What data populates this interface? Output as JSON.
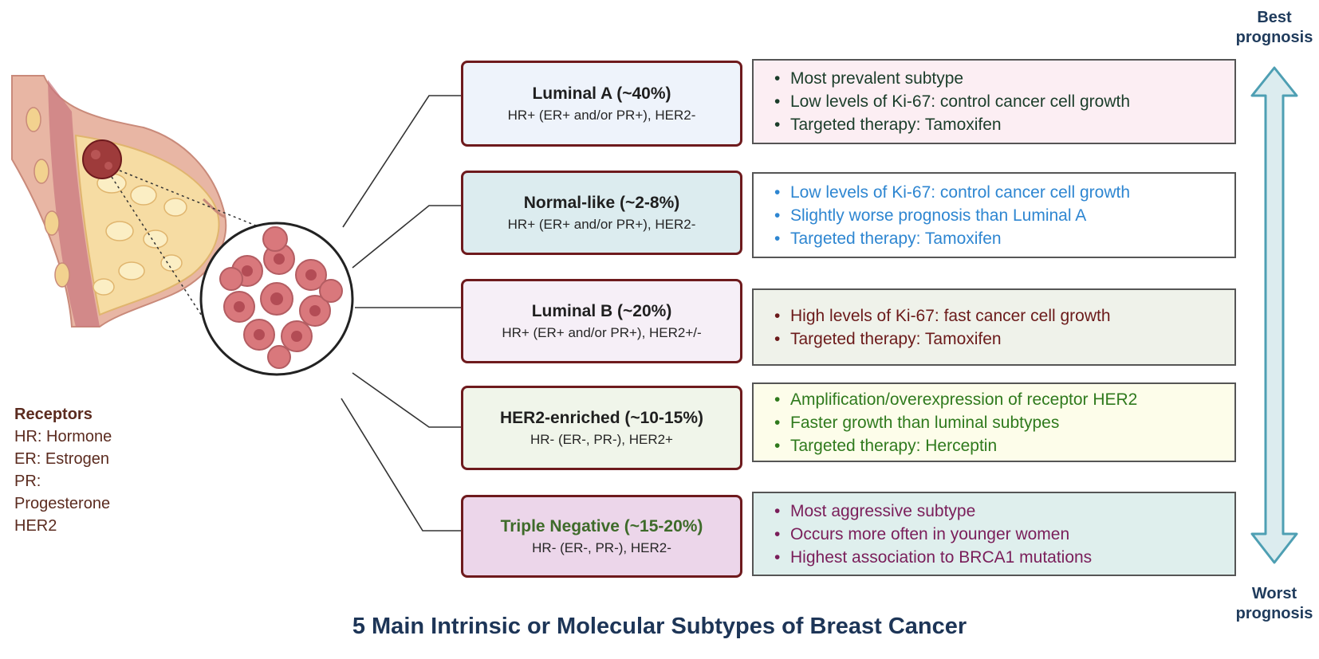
{
  "title": "5 Main Intrinsic or Molecular Subtypes of Breast Cancer",
  "prognosis": {
    "best": [
      "Best",
      "prognosis"
    ],
    "worst": [
      "Worst",
      "prognosis"
    ]
  },
  "receptors": {
    "heading": "Receptors",
    "items": [
      "HR: Hormone",
      "ER: Estrogen",
      "PR:",
      "Progesterone",
      "HER2"
    ]
  },
  "subtypes": [
    {
      "name": "Luminal A (~40%)",
      "receptors": "HR+ (ER+ and/or PR+), HER2-",
      "box_fill": "#eef3fb",
      "name_color": "#1f1f1f",
      "desc_fill": "#fceef3",
      "desc_color": "#1b3d2a",
      "points": [
        "Most prevalent subtype",
        "Low levels of Ki-67: control cancer cell growth",
        "Targeted therapy: Tamoxifen"
      ]
    },
    {
      "name": "Normal-like (~2-8%)",
      "receptors": "HR+ (ER+ and/or PR+), HER2-",
      "box_fill": "#dcecef",
      "name_color": "#1f1f1f",
      "desc_fill": "#ffffff",
      "desc_color": "#2e86d1",
      "points": [
        "Low levels of Ki-67: control cancer cell growth",
        "Slightly worse prognosis than Luminal A",
        "Targeted therapy: Tamoxifen"
      ]
    },
    {
      "name": "Luminal B (~20%)",
      "receptors": "HR+ (ER+ and/or PR+), HER2+/-",
      "box_fill": "#f6eff7",
      "name_color": "#1f1f1f",
      "desc_fill": "#eff2ea",
      "desc_color": "#6b1a1a",
      "points": [
        "High levels of Ki-67: fast cancer cell growth",
        "Targeted therapy: Tamoxifen"
      ]
    },
    {
      "name": "HER2-enriched (~10-15%)",
      "receptors": "HR- (ER-, PR-), HER2+",
      "box_fill": "#f0f5ea",
      "name_color": "#1f1f1f",
      "desc_fill": "#fdfdea",
      "desc_color": "#2f7a1d",
      "points": [
        "Amplification/overexpression of receptor HER2",
        "Faster growth than luminal subtypes",
        "Targeted therapy: Herceptin"
      ]
    },
    {
      "name": "Triple Negative (~15-20%)",
      "receptors": "HR- (ER-, PR-), HER2-",
      "box_fill": "#ecd6ea",
      "name_color": "#3e6b2a",
      "desc_fill": "#dfefed",
      "desc_color": "#7a1e5a",
      "points": [
        "Most aggressive subtype",
        "Occurs more often in younger women",
        "Highest association to BRCA1 mutations"
      ]
    }
  ],
  "colors": {
    "box_border": "#6e1a1d",
    "arrow_fill": "#dcecef",
    "arrow_stroke": "#4e9fb3",
    "title": "#1d3557"
  }
}
